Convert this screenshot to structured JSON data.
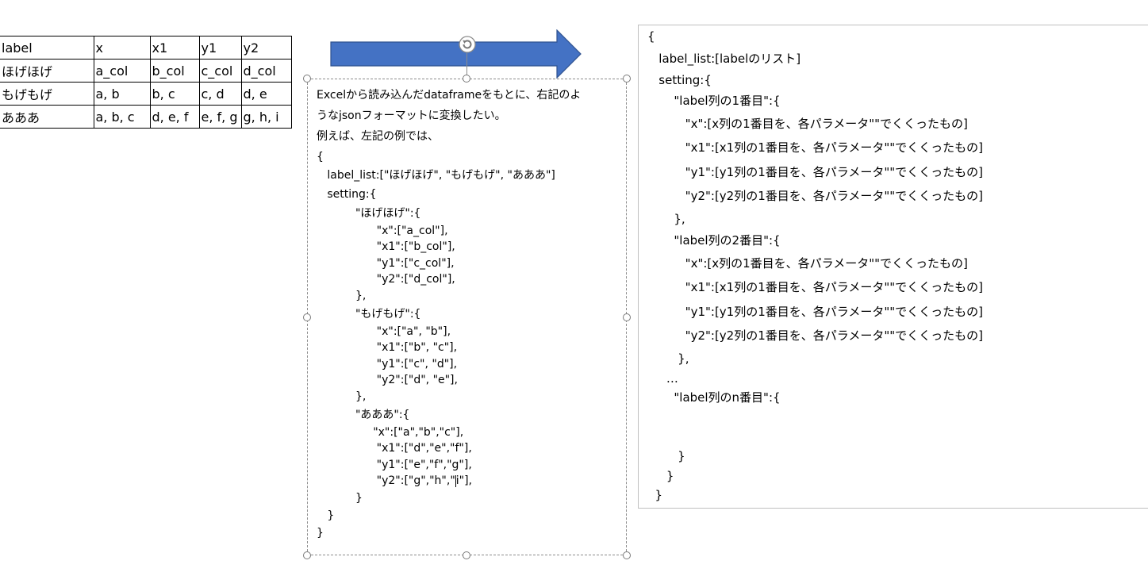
{
  "sheet": {
    "headers": [
      "label",
      "x",
      "x1",
      "y1",
      "y2"
    ],
    "rows": [
      [
        "ほげほげ",
        "a_col",
        "b_col",
        "c_col",
        "d_col"
      ],
      [
        "もげもげ",
        "a, b",
        "b, c",
        "c, d",
        "d, e"
      ],
      [
        "あああ",
        "a, b, c",
        "d, e, f",
        "e, f, g",
        "g, h, i"
      ]
    ]
  },
  "shapes": {
    "arrow_color": "#4472c4",
    "arrow_border": "#2f528f",
    "selection_handle_color": "#7a7a7a"
  },
  "textbox_left": {
    "description_1": "Excelから読み込んだdataframeをもとに、右記のよ",
    "description_2": "うなjsonフォーマットに変換したい。",
    "description_3": "例えば、左記の例では、",
    "json_lines": [
      "{",
      "   label_list:[\"ほげほげ\", \"もげもげ\", \"あああ\"]",
      "   setting:{",
      "           \"ほげほげ\":{",
      "                 \"x\":[\"a_col\"],",
      "                 \"x1\":[\"b_col\"],",
      "                 \"y1\":[\"c_col\"],",
      "                 \"y2\":[\"d_col\"],",
      "           },",
      "           \"もげもげ\":{",
      "                 \"x\":[\"a\", \"b\"],",
      "                 \"x1\":[\"b\", \"c\"],",
      "                 \"y1\":[\"c\", \"d\"],",
      "                 \"y2\":[\"d\", \"e\"],",
      "           },",
      "           \"あああ\":{",
      "                \"x\":[\"a\",\"b\",\"c\"],",
      "                 \"x1\":[\"d\",\"e\",\"f\"],",
      "                 \"y1\":[\"e\",\"f\",\"g\"],",
      "                 \"y2\":[\"g\",\"h\",\"",
      "           }",
      "   }",
      "}"
    ],
    "caret_line_end": "i\"],"
  },
  "textbox_right": {
    "lines": [
      "{",
      "   label_list:[labelのリスト]",
      "   setting:{",
      "       \"label列の1番目\":{",
      "          \"x\":[x列の1番目を、各パラメータ\"\"でくくったもの]",
      "          \"x1\":[x1列の1番目を、各パラメータ\"\"でくくったもの]",
      "          \"y1\":[y1列の1番目を、各パラメータ\"\"でくくったもの]",
      "          \"y2\":[y2列の1番目を、各パラメータ\"\"でくくったもの]",
      "       },",
      "       \"label列の2番目\":{",
      "          \"x\":[x列の1番目を、各パラメータ\"\"でくくったもの]",
      "          \"x1\":[x1列の1番目を、各パラメータ\"\"でくくったもの]",
      "          \"y1\":[y1列の1番目を、各パラメータ\"\"でくくったもの]",
      "          \"y2\":[y2列の1番目を、各パラメータ\"\"でくくったもの]",
      "        },",
      "     …",
      "       \"label列のn番目\":{",
      "",
      "",
      "        }",
      "     }",
      "  }"
    ]
  }
}
